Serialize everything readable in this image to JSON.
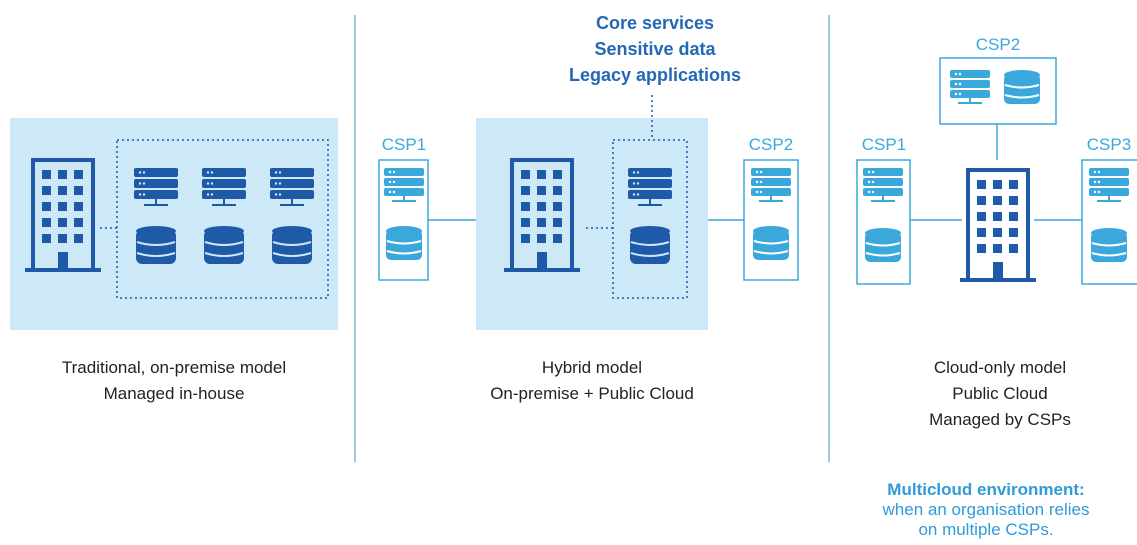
{
  "panels": {
    "traditional": {
      "caption_line1": "Traditional, on-premise model",
      "caption_line2": "Managed in-house"
    },
    "hybrid": {
      "top_note": [
        "Core services",
        "Sensitive data",
        "Legacy applications"
      ],
      "csp_left": "CSP1",
      "csp_right": "CSP2",
      "caption_line1": "Hybrid model",
      "caption_line2": "On-premise + Public Cloud"
    },
    "cloud": {
      "csp_top": "CSP2",
      "csp_left": "CSP1",
      "csp_right": "CSP3",
      "caption_line1": "Cloud-only model",
      "caption_line2": "Public Cloud",
      "caption_line3": "Managed by CSPs"
    }
  },
  "note": {
    "title": "Multicloud environment:",
    "line1": "when an organisation relies",
    "line2": "on multiple CSPs."
  },
  "colors": {
    "dark_blue": "#1e5aa8",
    "light_blue": "#3ba8dc",
    "panel_fill": "#cde8f6",
    "divider": "#9ccbe8"
  }
}
